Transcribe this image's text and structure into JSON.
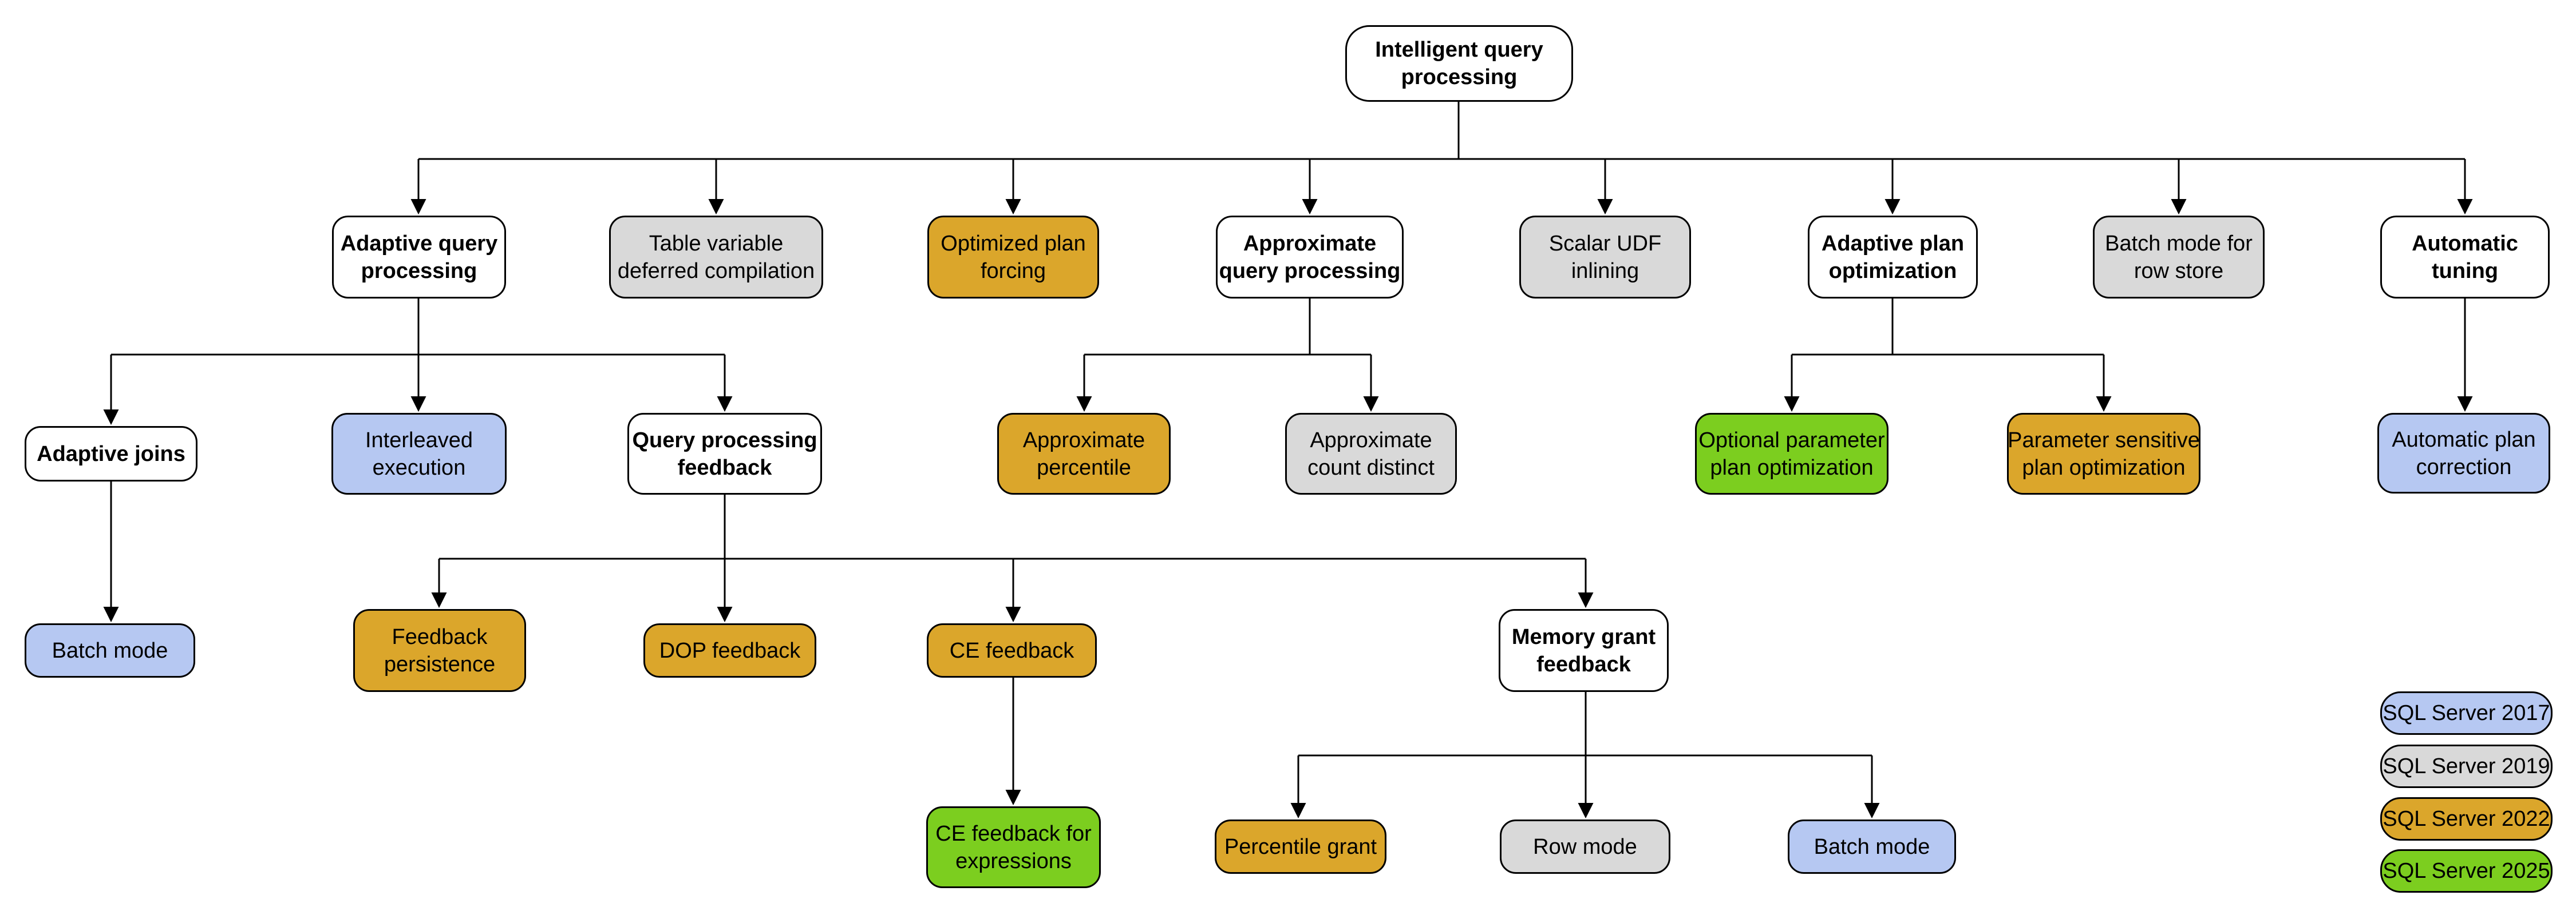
{
  "palette": {
    "sql_server_2017_blue": "#B6C8F2",
    "sql_server_2019_gray": "#D9D9D9",
    "sql_server_2022_orange": "#DBA62B",
    "sql_server_2025_green": "#7CCE1F",
    "category_white": "#FFFFFF",
    "line_color": "#000000"
  },
  "nodes": {
    "root": {
      "label": "Intelligent query\nprocessing",
      "style": "category"
    },
    "adaptive_query_processing": {
      "label": "Adaptive query\nprocessing",
      "style": "category"
    },
    "table_variable_deferred_compilation": {
      "label": "Table variable\ndeferred compilation",
      "style": "gray"
    },
    "optimized_plan_forcing": {
      "label": "Optimized plan\nforcing",
      "style": "orange"
    },
    "approximate_query_processing": {
      "label": "Approximate\nquery processing",
      "style": "category"
    },
    "scalar_udf_inlining": {
      "label": "Scalar UDF\ninlining",
      "style": "gray"
    },
    "adaptive_plan_optimization": {
      "label": "Adaptive plan\noptimization",
      "style": "category"
    },
    "batch_mode_for_row_store": {
      "label": "Batch mode for\nrow store",
      "style": "gray"
    },
    "automatic_tuning": {
      "label": "Automatic\ntuning",
      "style": "category"
    },
    "adaptive_joins": {
      "label": "Adaptive joins",
      "style": "category"
    },
    "interleaved_execution": {
      "label": "Interleaved\nexecution",
      "style": "blue"
    },
    "query_processing_feedback": {
      "label": "Query processing\nfeedback",
      "style": "category"
    },
    "approximate_percentile": {
      "label": "Approximate\npercentile",
      "style": "orange"
    },
    "approximate_count_distinct": {
      "label": "Approximate\ncount distinct",
      "style": "gray"
    },
    "optional_parameter_plan_optimization": {
      "label": "Optional parameter\nplan optimization",
      "style": "green"
    },
    "parameter_sensitive_plan_optimization": {
      "label": "Parameter sensitive\nplan optimization",
      "style": "orange"
    },
    "automatic_plan_correction": {
      "label": "Automatic plan\ncorrection",
      "style": "blue"
    },
    "batch_mode_under_adaptive_joins": {
      "label": "Batch mode",
      "style": "blue"
    },
    "feedback_persistence": {
      "label": "Feedback\npersistence",
      "style": "orange"
    },
    "dop_feedback": {
      "label": "DOP feedback",
      "style": "orange"
    },
    "ce_feedback": {
      "label": "CE feedback",
      "style": "orange"
    },
    "memory_grant_feedback": {
      "label": "Memory grant\nfeedback",
      "style": "category"
    },
    "ce_feedback_for_expressions": {
      "label": "CE feedback for\nexpressions",
      "style": "green"
    },
    "percentile_grant": {
      "label": "Percentile grant",
      "style": "orange"
    },
    "row_mode": {
      "label": "Row mode",
      "style": "gray"
    },
    "batch_mode_under_memory_grant": {
      "label": "Batch mode",
      "style": "blue"
    }
  },
  "legend": {
    "items": [
      {
        "label": "SQL Server 2017",
        "color": "#B6C8F2"
      },
      {
        "label": "SQL Server 2019",
        "color": "#D9D9D9"
      },
      {
        "label": "SQL Server 2022",
        "color": "#DBA62B"
      },
      {
        "label": "SQL Server 2025",
        "color": "#7CCE1F"
      }
    ]
  }
}
